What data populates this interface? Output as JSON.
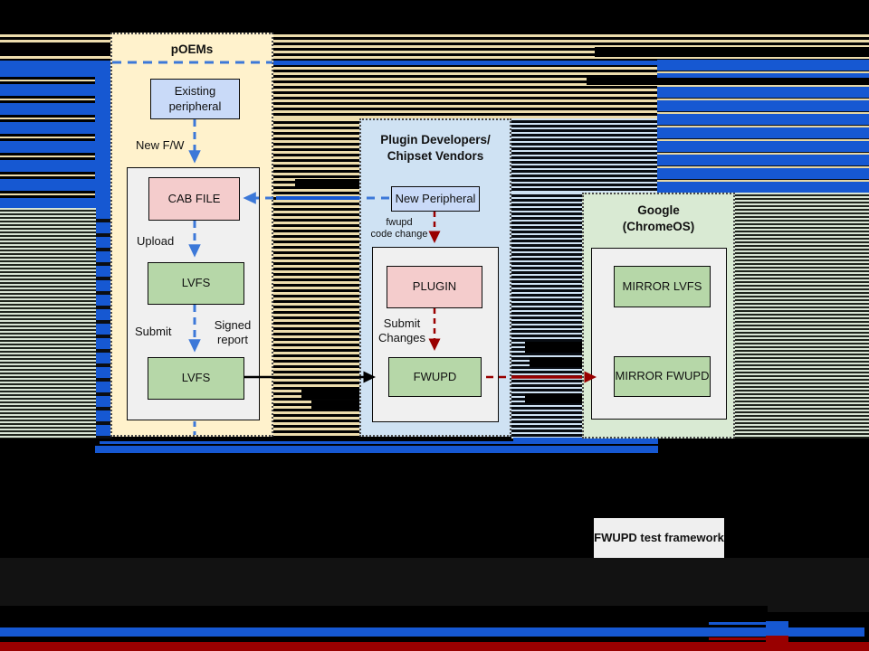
{
  "colors": {
    "accent-blue": "#1658d2",
    "dashed-blue": "#3c78d8",
    "dark-red": "#990000",
    "cream": "#fff2cc",
    "light-blue": "#cfe2f3",
    "light-green": "#d9ead3",
    "periwinkle": "#c9daf8",
    "box-pink": "#f4cccc",
    "box-green": "#b6d7a8",
    "inner-gray": "#f0f0f0",
    "dim-band": "#121212"
  },
  "diagram": {
    "poems": {
      "title": "pOEMs",
      "existing_peripheral": "Existing\nperipheral",
      "new_fw_label": "New F/W",
      "cab_file": "CAB FILE",
      "upload_label": "Upload",
      "lvfs_upper": "LVFS",
      "submit_label": "Submit",
      "signed_report_label": "Signed\nreport",
      "lvfs_lower": "LVFS"
    },
    "plugin_vendors": {
      "title": "Plugin Developers/\nChipset Vendors",
      "new_peripheral": "New Peripheral",
      "fwupd_code_change_label": "fwupd\ncode change",
      "plugin": "PLUGIN",
      "submit_changes_label": "Submit\nChanges",
      "fwupd": "FWUPD"
    },
    "google": {
      "title": "Google\n(ChromeOS)",
      "mirror_lvfs": "MIRROR LVFS",
      "mirror_fwupd": "MIRROR FWUPD"
    },
    "test_framework_label": "FWUPD test framework"
  }
}
